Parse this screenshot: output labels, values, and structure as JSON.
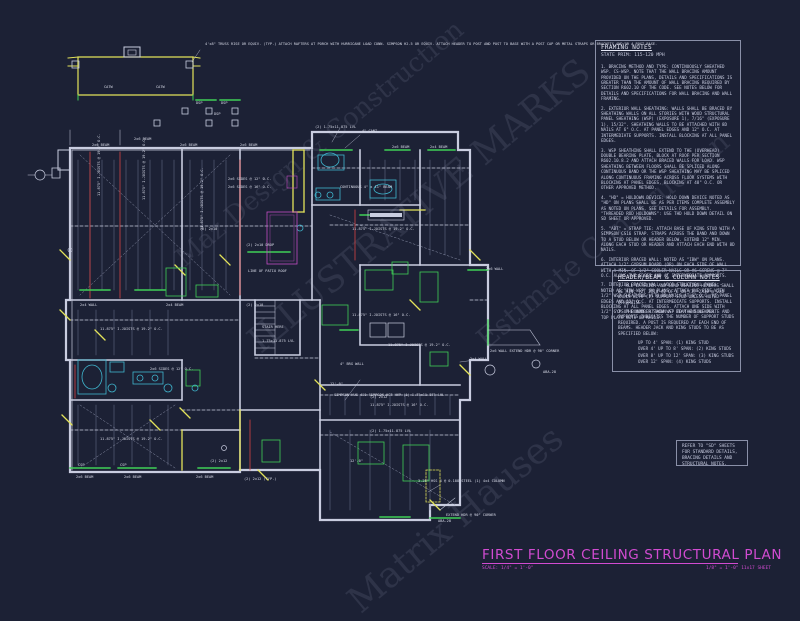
{
  "plan": {
    "title": "FIRST FLOOR CEILING STRUCTURAL PLAN",
    "scale_left": "SCALE: 1/4\" = 1'-0\"",
    "scale_right": "1/8\" = 1'-0\" 11x17 SHEET"
  },
  "framing_notes": {
    "title": "FRAMING NOTES",
    "subtitle": "STATE PRIM: 115-120 MPH",
    "items": [
      "1. BRACING METHOD AND TYPE: CONTINUOUSLY SHEATHED WSP. CS-WSP. NOTE THAT THE WALL BRACING AMOUNT PROVIDED ON THE PLANS, DETAILS AND SPECIFICATIONS IS GREATER THAN THE AMOUNT OF WALL BRACING REQUIRED BY SECTION R602.10 OF THE CODE. SEE NOTES BELOW FOR DETAILS AND SPECIFICATIONS FOR WALL BRACING AND WALL FRAMING.",
      "2. EXTERIOR WALL SHEATHING: WALLS SHALL BE BRACED BY SHEATHING WALLS ON ALL STORIES WITH WOOD STRUCTURAL PANEL SHEATHING (WSP) (EXPOSURE 1), 7/16\" (EXPOSURE 1), 15/32\". SHEATHING WALLS TO BE ATTACHED WITH 8d NAILS AT 6\" O.C. AT PANEL EDGES AND 12\" O.C. AT INTERMEDIATE SUPPORTS. INSTALL BLOCKING AT ALL PANEL EDGES.",
      "3. WSP SHEATHING SHALL EXTEND TO THE (OVERHEAD) DOUBLE BEARING PLATE, BLOCK AT ROOF PER SECTION R602.10.8.2 AND ATTACH BRACED WALLS FOR LOAD. WSP SHEATHING BETWEEN FLOORS SHALL BE SPLICED ALONG CONTINUOUS BAND OR THE WSP SHEATHING MAY BE SPLICED ALONG CONTINUOUS FRAMING ACROSS FLOOR SYSTEMS WITH BLOCKING AT PANEL EDGES, BLOCKING AT 48\" O.C. OR OTHER APPROVED METHOD.",
      "4. \"HD\" = HOLDOWN DEVICE: HOLD DOWN DEVICE NOTED AS \"HD\" ON PLANS SHALL BE AS PER ITEMS COMPLETE ASSEMBLY AS NOTED ON PLANS. SEE DETAILS FOR ASSEMBLY. \"THREADED ROD HOLDOWNS\": USE THD HOLD DOWN DETAIL ON SD SHEET OR APPROVED.",
      "5. \"ABT\" = STRAP TIE: ATTACH BASE OF KING STUD WITH A SIMPSON CS16 STRAP. STRAPS ACROSS THE BAND AND DOWN TO A STUD BELOW OR HEADER BELOW. EXTEND 12\" MIN. ALONG EACH STUD OR HEADER AND ATTACH EACH END WITH 8d NAILS.",
      "6. INTERIOR BRACED WALL: NOTED AS \"IBW\" ON PLANS. ATTACH 1/2\" GYPSUM BOARD (OR) ON EACH SIDE OF WALL WITH A MIN. OF 1/2\" COOLER NAILS OR #6 SCREWS @ 7\" O.C. ALONG THE EDGES AND AT INTERMEDIATE SUPPORTS.",
      "7. INTERIOR BRACED WALL: WOOD STRUCTURAL PANEL - NOTED AS \"IBW-WSP\" ON PLANS. ATTACH ONE SIDE WITH 1/2\" WSP SHEATHING WITH 8d NAILS AT 6\" O.C. AT PANEL EDGES AND 12\" O.C. AT INTERMEDIATE SUPPORTS. INSTALL BLOCKING AT ALL PANEL EDGES. ATTACH ONE SIDE WITH 1/2\" GYPSUM BOARD. ATTACH WSP TO THE SOLE PLATE AND TOP PLATE WITH 8d NAILS."
    ]
  },
  "header_notes": {
    "title": "HEADER/BEAM & COLUMN NOTES",
    "items": [
      "1. ALL EXTERIOR AND LOAD BEARING HEADERS SHALL BE MIN. (2) 2x10 #2 DF-L OR (3) 2x10 @ 2x6 WALLS WITH (1) SUPPORT STUD UNLESS NOTED OTHERWISE.",
      "2. THE NUMBER SHOWN AT BEAM AND HEADER SUPPORTS INDICATES THE NUMBER OF SUPPORT STUDS REQUIRED. A POST IS REQUIRED AT EACH END OF BEAMS. HEADER JACK AND KING STUDS TO BE AS SPECIFIED BELOW:",
      "UP TO 4' SPAN: (1) KING STUD",
      "OVER 4' UP TO 8' SPAN: (2) KING STUDS",
      "OVER 8' UP TO 12' SPAN: (3) KING STUDS",
      "OVER 12' SPAN: (4) KING STUDS"
    ]
  },
  "reference_note": {
    "text": "REFER TO \"SD\" SHEETS FOR STANDARD DETAILS, BRACING DETAILS AND STRUCTURAL NOTES."
  },
  "plan_labels": [
    "4'x8\" TRUSS RISE OR EQUIV. (TYP.) ATTACH RAFTERS AT PORCH WITH HURRICANE LOAD CONN. SIMPSON H2.5 OR EQUIV. ATTACH HEADER TO POST AND POST TO BASE WITH A POST CAP OR METAL STRAPS OR BRACKETS AND/OR A POST BASE.",
    "CATW",
    "CATW",
    "DSP",
    "DSP",
    "DSP",
    "2x6 BEAM",
    "2x6 BEAM",
    "2x6 BEAM",
    "2x6 BEAM",
    "(2) 1.75x11.875 LVL",
    "4\" CANT.",
    "2x6 SIDES @ 12\" O.C.",
    "2x6 SIDES @ 16\" O.C.",
    "11.875\" I-JOISTS @ 19.2\" O.C.",
    "11.875\" I-JOISTS @ 19.2\" O.C.",
    "11.875\" I-JOISTS @ 19.2\" O.C.",
    "11.875\" I-JOISTS @ 19.2\" O.C.",
    "11.875\" I-JOISTS @ 19.2\" O.C.",
    "11.875\" I-JOISTS @ 19.2\" O.C.",
    "11.875\" I-JOISTS @ 16\" O.C.",
    "11.875\" I-JOISTS @ 16\" O.C.",
    "11.875\" I-JOISTS @ 19.2\" O.C.",
    "CONTINUOUS 4\" x 11\" BEAM",
    "STAIR HERE",
    "1.75x11.875 LVL",
    "(2) 2x10",
    "(2) 2x10 DROP",
    "LINE OF PATIO ROOF",
    "4\" BRG WALL",
    "SIMPSON HUS 410 SIMPSON HGT HHP (1) 1.75x11.875 LVL",
    "(2) 2x12",
    "2x6 WALL",
    "(2) 1.75x11.875 LVL",
    "(2) 2x10",
    "(2) 2x12",
    "12'-0\"",
    "12'-0\"",
    "2x6 WALL EXTEND HDR @ 90\" CORNER",
    "EXTEND HDR @ 90\" CORNER",
    "3.25\" HSS 4 @ 0.188 STEEL (1) 4x4 COLUMN",
    "2x6 BEAM",
    "2x6 BEAM",
    "2x6 BEAM",
    "CSP",
    "CSP",
    "ABA-28",
    "ABA-28",
    "(2) 2x12 (TYP.)",
    "2x4 WALL",
    "2x4 BEAM",
    "2x4 WALL",
    "2x6 SIDES @ 12\" O.C.",
    "2x4 BEAM",
    "2x6 BEAM"
  ],
  "watermarks": [
    "ILLUSTRATIVE MARKS",
    "Matrix Hauses",
    "Estimate Construction",
    "Maz Design & Construction"
  ],
  "colors": {
    "background": "#1c2135",
    "walls": "#c9cde0",
    "beams_yellow": "#e3e35a",
    "headers_green": "#3fcf57",
    "joists_grey": "#6e7591",
    "title_magenta": "#d14bd1",
    "fixtures_cyan": "#3fb7cf",
    "accent_red": "#d64545"
  },
  "icons": [
    "north-arrow-icon",
    "fixture-icons",
    "post-square-icons"
  ]
}
